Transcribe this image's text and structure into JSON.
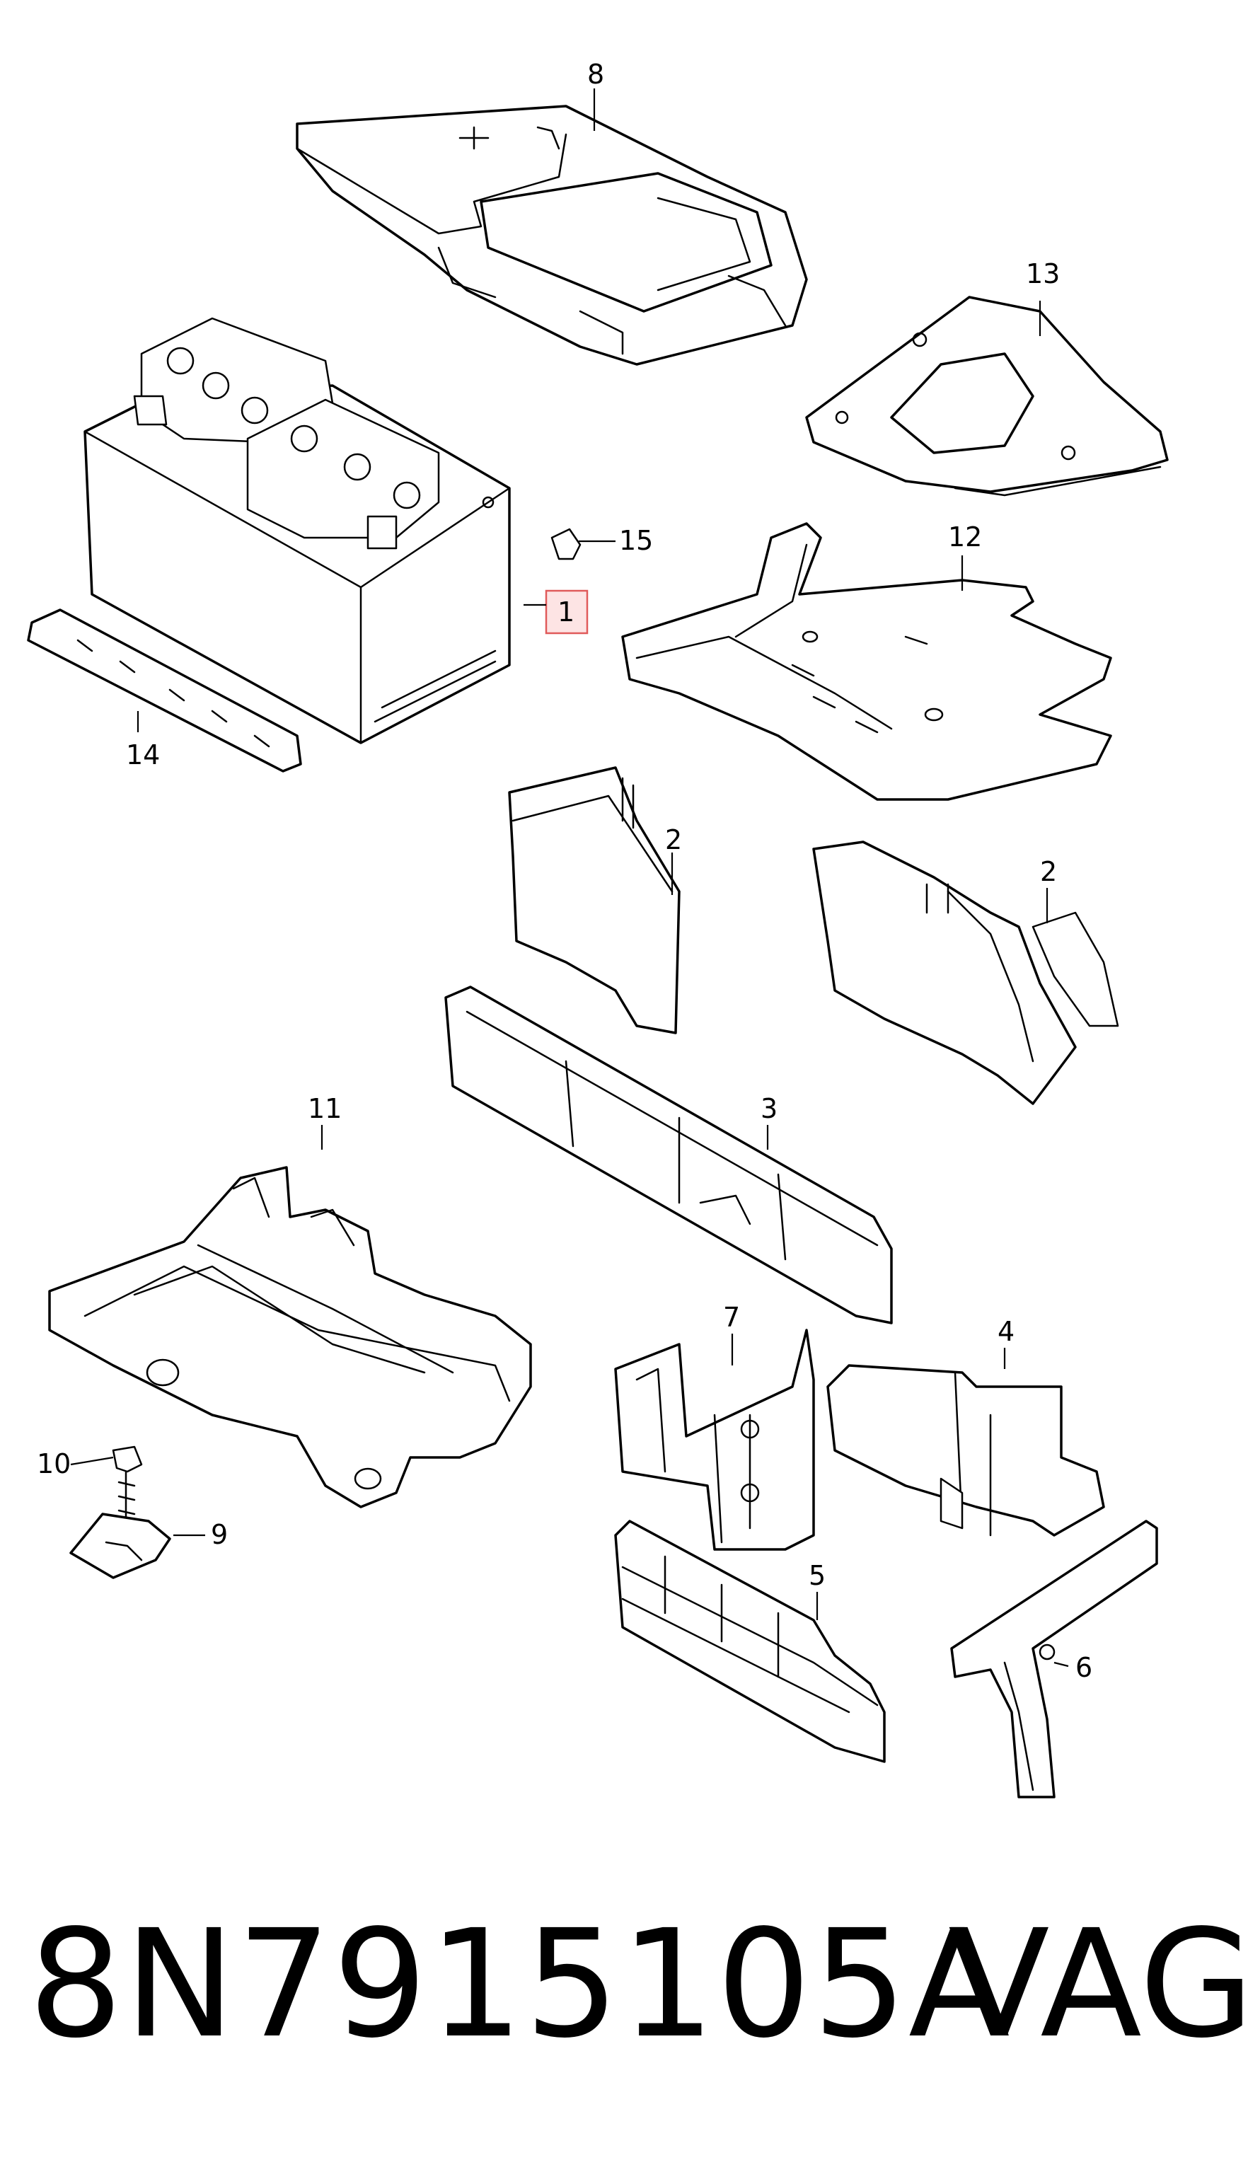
{
  "callouts": {
    "c1": "1",
    "c2a": "2",
    "c2b": "2",
    "c3": "3",
    "c4": "4",
    "c5": "5",
    "c6": "6",
    "c7": "7",
    "c8": "8",
    "c9": "9",
    "c10": "10",
    "c11": "11",
    "c12": "12",
    "c13": "13",
    "c14": "14",
    "c15": "15"
  },
  "footer": {
    "part_number": "8N7915105A",
    "brand": "VAG"
  },
  "colors": {
    "line": "#000000",
    "highlight_fill": "#fde4e4",
    "highlight_stroke": "#e05a5a"
  }
}
